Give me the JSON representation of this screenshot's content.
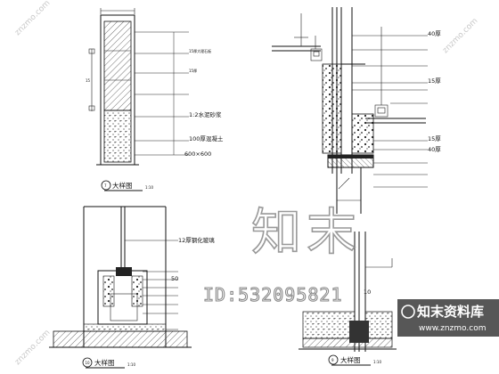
{
  "drawing": {
    "panel_7": {
      "caption": "大样图",
      "scale": "1:10",
      "labels": [
        "1:2水泥砂浆",
        "100厚混凝土",
        "600×600"
      ],
      "dims": [
        "15厚大理石板",
        "15厚"
      ]
    },
    "panel_8": {
      "labels": [
        "40厚",
        "15厚",
        "15厚",
        "40厚"
      ]
    },
    "panel_10": {
      "caption": "大样图",
      "scale": "1:10",
      "labels": [
        "12厚钢化玻璃",
        "50"
      ]
    },
    "panel_9": {
      "caption": "大样图",
      "scale": "1:10",
      "labels": [
        "10"
      ]
    }
  },
  "watermark": {
    "brand_cn": "知末",
    "id_text": "ID:532095821",
    "diag": "znzmo.com"
  },
  "logo": {
    "name": "知末资料库",
    "url": "www.znzmo.com"
  }
}
